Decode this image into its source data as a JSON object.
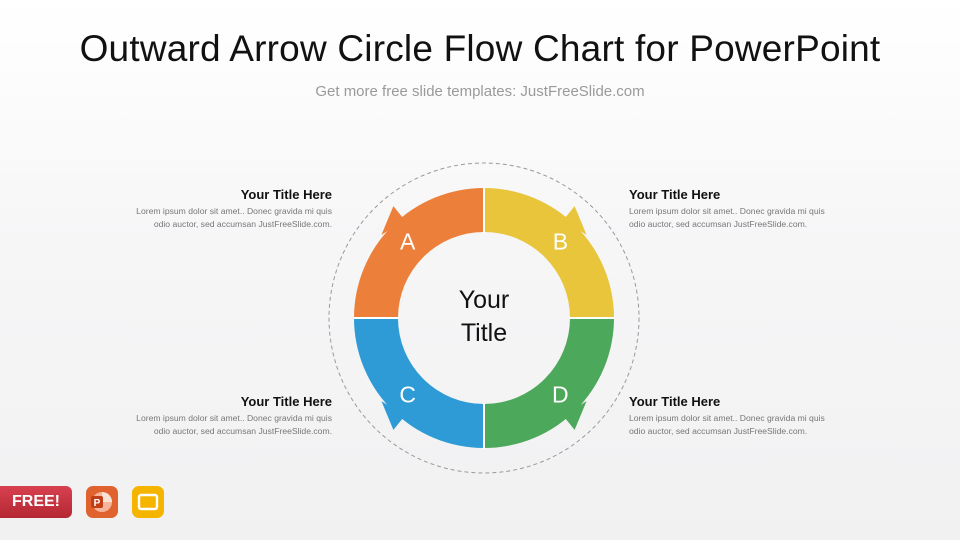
{
  "header": {
    "title": "Outward Arrow Circle Flow Chart for PowerPoint",
    "subtitle": "Get more free slide templates: JustFreeSlide.com"
  },
  "diagram": {
    "center_text": [
      "Your",
      "Title"
    ],
    "segments": [
      {
        "letter": "A",
        "color": "#EC7F39"
      },
      {
        "letter": "B",
        "color": "#E8C53B"
      },
      {
        "letter": "C",
        "color": "#2E9BD6"
      },
      {
        "letter": "D",
        "color": "#4CA85A"
      }
    ]
  },
  "blocks": [
    {
      "heading": "Your Title Here",
      "line1": "Lorem ipsum dolor sit amet.. Donec gravida mi quis",
      "line2": "odio auctor, sed accumsan JustFreeSlide.com."
    },
    {
      "heading": "Your Title Here",
      "line1": "Lorem ipsum dolor sit amet.. Donec gravida mi quis",
      "line2": "odio auctor, sed accumsan JustFreeSlide.com."
    },
    {
      "heading": "Your Title Here",
      "line1": "Lorem ipsum dolor sit amet.. Donec gravida mi quis",
      "line2": "odio auctor, sed accumsan JustFreeSlide.com."
    },
    {
      "heading": "Your Title Here",
      "line1": "Lorem ipsum dolor sit amet.. Donec gravida mi quis",
      "line2": "odio auctor, sed accumsan JustFreeSlide.com."
    }
  ],
  "footer": {
    "badge": "FREE!",
    "icons": [
      "powerpoint-icon",
      "google-slides-icon"
    ]
  }
}
